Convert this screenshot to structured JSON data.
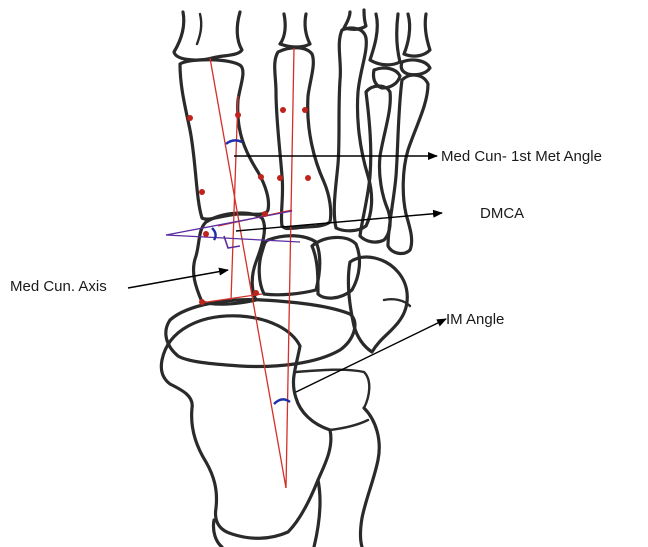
{
  "labels": {
    "med_cun_1st_met_angle": "Med Cun- 1st Met Angle",
    "dmca": "DMCA",
    "med_cun_axis": "Med Cun. Axis",
    "im_angle": "IM Angle"
  },
  "colors": {
    "bone_outline": "#2a2a2a",
    "axis_lines": "#d4302a",
    "landmark_points": "#c0221c",
    "articular_lines": "#5a2ca0",
    "angle_arcs": "#1f2fa8",
    "annotation_arrows": "#000000",
    "background": "#ffffff"
  }
}
